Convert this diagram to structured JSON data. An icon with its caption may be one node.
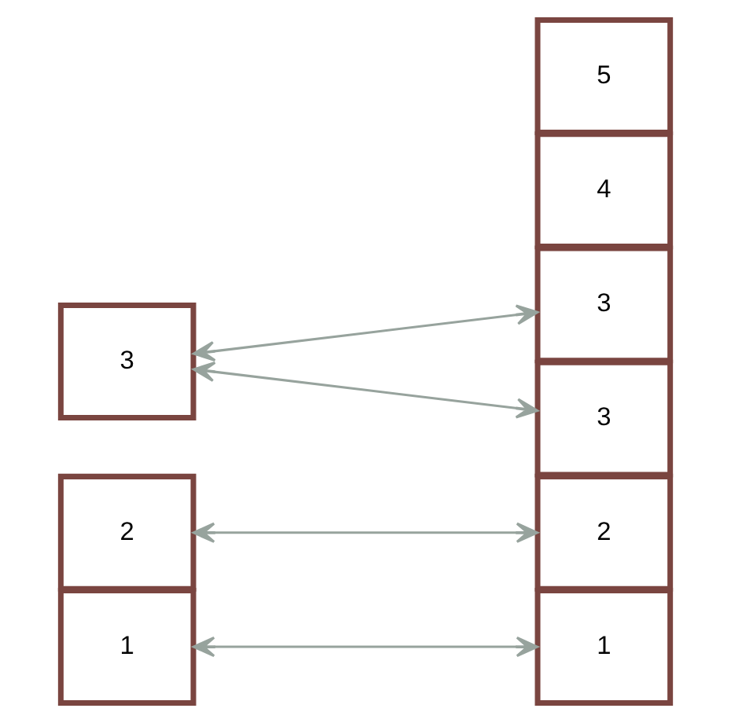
{
  "diagram": {
    "nodes": [
      {
        "text": [
          "1"
        ]
      },
      {
        "text": [
          "2"
        ]
      },
      {
        "text": [
          "3"
        ]
      },
      {
        "text": [
          "3"
        ]
      },
      {
        "text": [
          "2"
        ]
      },
      {
        "text": [
          "4"
        ]
      },
      {
        "text": [
          "1"
        ]
      },
      {
        "text": [
          "5"
        ]
      },
      {
        "text": [
          "3"
        ]
      }
    ],
    "edges": [
      {
        "from": 0,
        "to": 6,
        "arrow": "both"
      },
      {
        "from": 1,
        "to": 4,
        "arrow": "both"
      },
      {
        "from": 2,
        "to": 3,
        "arrow": "both"
      },
      {
        "from": 2,
        "to": 8,
        "arrow": "both"
      }
    ]
  }
}
